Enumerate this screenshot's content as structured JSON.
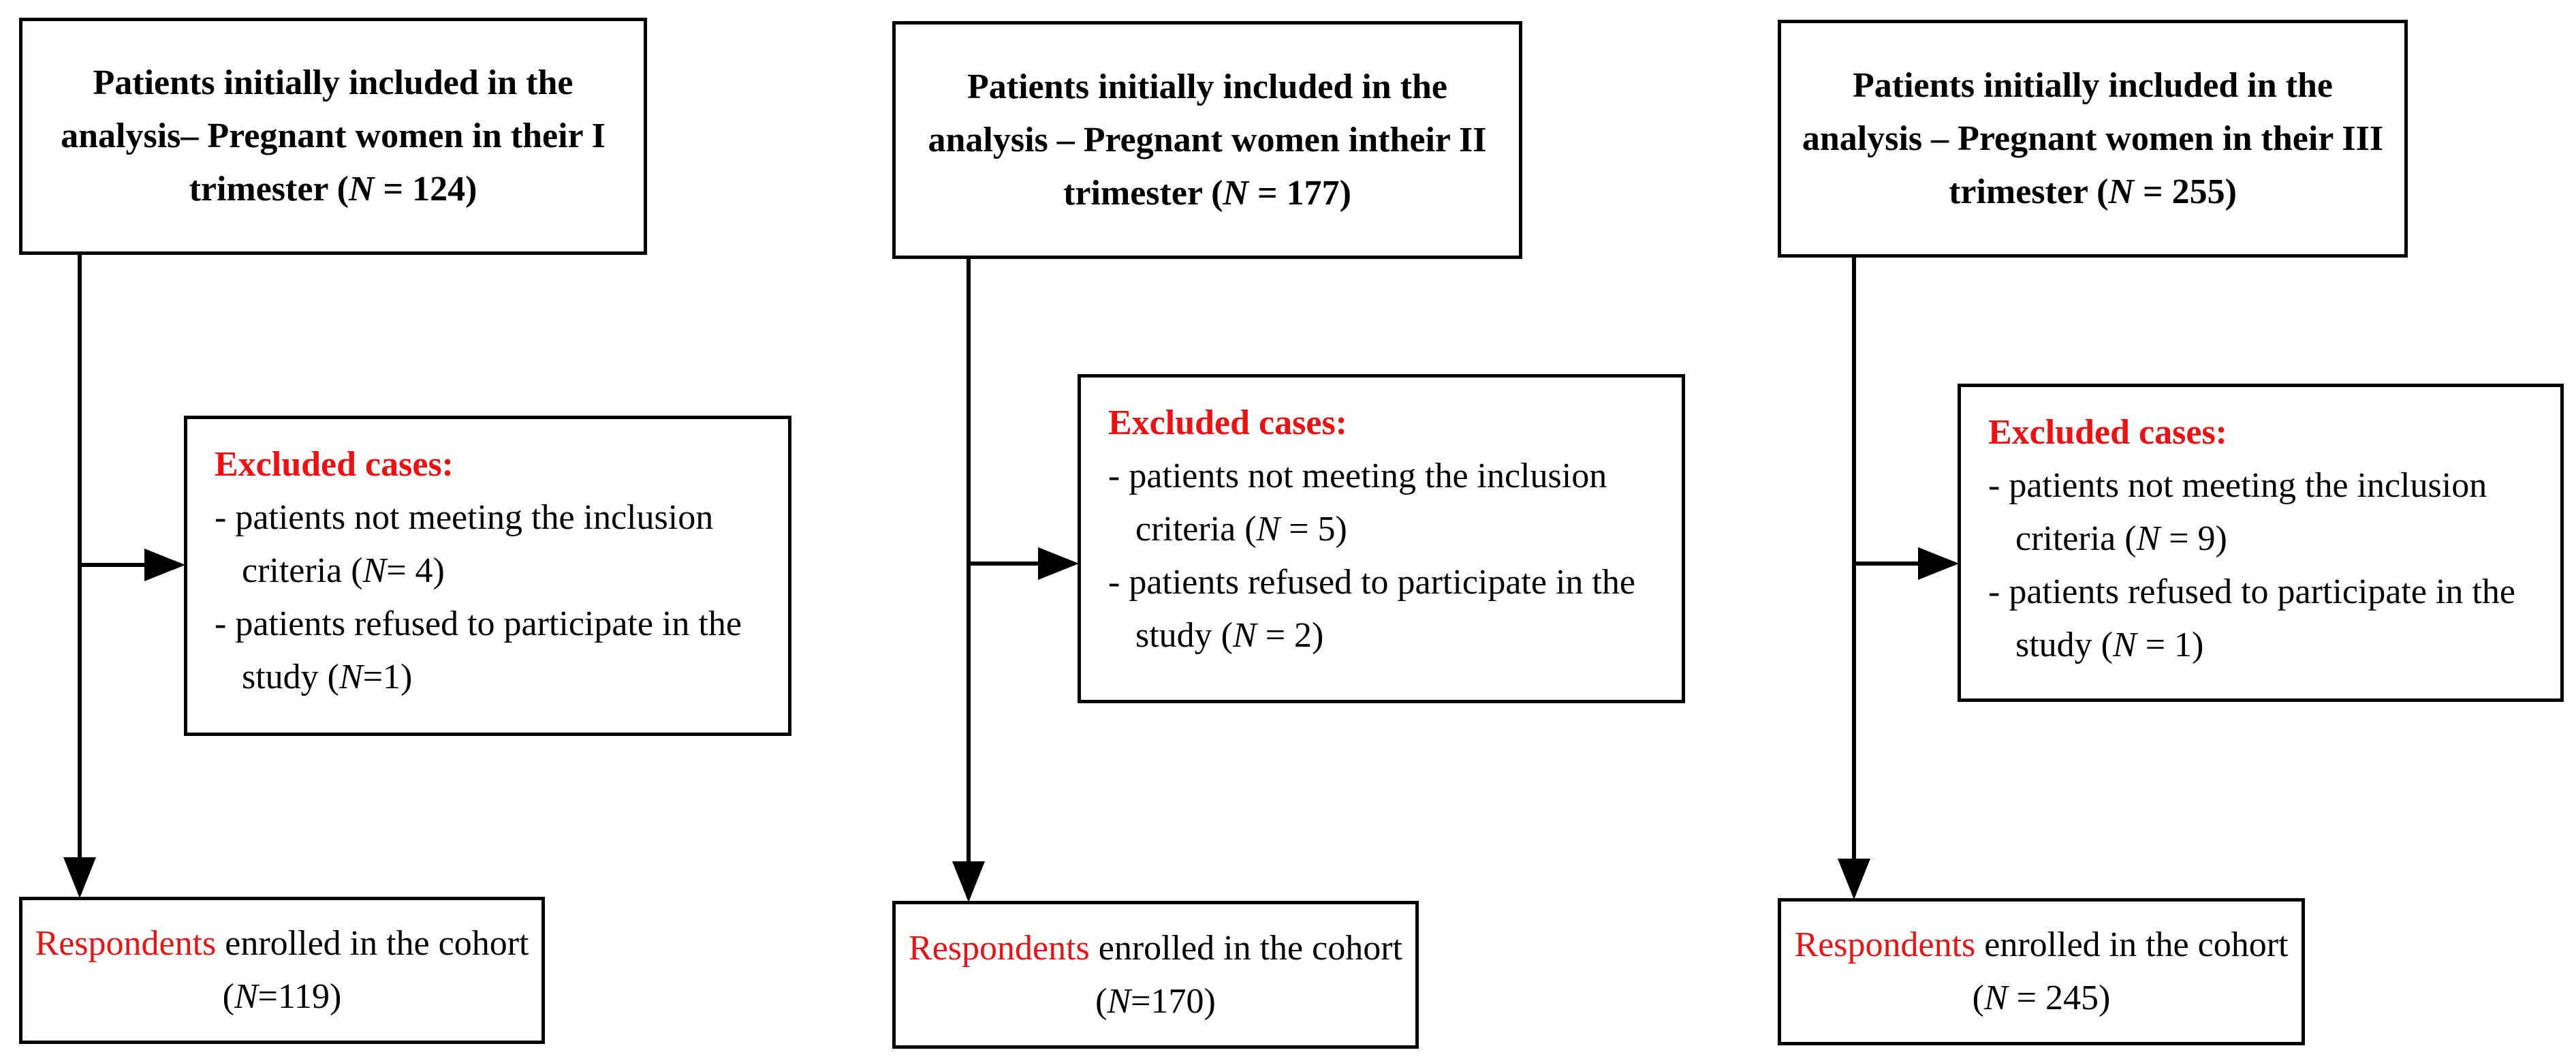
{
  "columns": [
    {
      "top": {
        "text": "Patients initially included in the analysis– Pregnant women in their I trimester (",
        "n_symbol": "N",
        "n_value": " = 124)"
      },
      "excluded": {
        "title": "Excluded cases:",
        "items": [
          {
            "pre": "- patients not meeting the inclusion criteria (",
            "n_symbol": "N",
            "n_value": "= 4)"
          },
          {
            "pre": "- patients refused to participate in the study (",
            "n_symbol": "N",
            "n_value": "=1)"
          }
        ]
      },
      "result": {
        "highlight": "Respondents",
        "text": " enrolled in the cohort (",
        "n_symbol": "N",
        "n_value": "=119)"
      }
    },
    {
      "top": {
        "text": "Patients initially included in the analysis – Pregnant women intheir II trimester (",
        "n_symbol": "N",
        "n_value": " = 177)"
      },
      "excluded": {
        "title": "Excluded cases:",
        "items": [
          {
            "pre": "- patients not meeting the inclusion criteria (",
            "n_symbol": "N",
            "n_value": " = 5)"
          },
          {
            "pre": "- patients refused to participate in the study (",
            "n_symbol": "N",
            "n_value": " = 2)"
          }
        ]
      },
      "result": {
        "highlight": "Respondents",
        "text": " enrolled in the cohort (",
        "n_symbol": "N",
        "n_value": "=170)"
      }
    },
    {
      "top": {
        "text": "Patients initially included in the analysis – Pregnant women in their III trimester (",
        "n_symbol": "N",
        "n_value": " = 255)"
      },
      "excluded": {
        "title": "Excluded cases:",
        "items": [
          {
            "pre": "- patients not meeting the inclusion criteria (",
            "n_symbol": "N",
            "n_value": " = 9)"
          },
          {
            "pre": "- patients refused to participate in the study (",
            "n_symbol": "N",
            "n_value": " = 1)"
          }
        ]
      },
      "result": {
        "highlight": "Respondents",
        "text": " enrolled in the cohort (",
        "n_symbol": "N",
        "n_value": " = 245)"
      }
    }
  ],
  "colors": {
    "highlight": "#ee1111",
    "line": "#000000"
  }
}
